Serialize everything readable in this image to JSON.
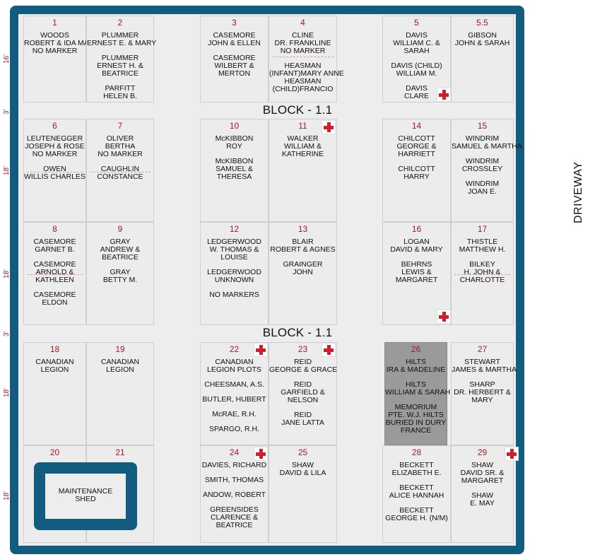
{
  "block_label": "BLOCK - 1.1",
  "driveway_label": "DRIVEWAY",
  "dims": {
    "lot": "18'",
    "path": "3'",
    "top": "16'"
  },
  "shed_label": [
    "MAINTENANCE",
    "SHED"
  ],
  "lots": [
    {
      "n": "1",
      "g": [
        [
          "WOODS",
          "ROBERT & IDA MAY",
          "NO MARKER"
        ]
      ]
    },
    {
      "n": "2",
      "g": [
        [
          "PLUMMER",
          "ERNEST E. & MARY"
        ],
        [
          "PLUMMER",
          "ERNEST H. &",
          "BEATRICE"
        ],
        [
          "PARFITT",
          "HELEN B."
        ]
      ]
    },
    {
      "n": "3",
      "g": [
        [
          "CASEMORE",
          "JOHN & ELLEN"
        ],
        [
          "CASEMORE",
          "WILBERT &",
          "MERTON"
        ]
      ]
    },
    {
      "n": "4",
      "g": [
        [
          "CLINE",
          "DR. FRANKLINE",
          "NO MARKER"
        ],
        [
          "HEASMAN",
          "(INFANT)MARY ANNE",
          "HEASMAN",
          "(CHILD)FRANCIO"
        ]
      ]
    },
    {
      "n": "5",
      "g": [
        [
          "DAVIS",
          "WILLIAM C. &",
          "SARAH"
        ],
        [
          "DAVIS (CHILD)",
          "WILLIAM M."
        ],
        [
          "DAVIS",
          "CLARE"
        ]
      ]
    },
    {
      "n": "5.5",
      "g": [
        [
          "GIBSON",
          "JOHN & SARAH"
        ]
      ]
    },
    {
      "n": "6",
      "g": [
        [
          "LEUTENEGGER",
          "JOSEPH & ROSE",
          "NO MARKER"
        ],
        [
          "OWEN",
          "WILLIS CHARLES"
        ]
      ]
    },
    {
      "n": "7",
      "g": [
        [
          "OLIVER",
          "BERTHA",
          "NO MARKER"
        ],
        [
          "CAUGHLIN",
          "CONSTANCE"
        ]
      ]
    },
    {
      "n": "10",
      "g": [
        [
          "McKIBBON",
          "ROY"
        ],
        [
          "McKIBBON",
          "SAMUEL &",
          "THERESA"
        ]
      ]
    },
    {
      "n": "11",
      "g": [
        [
          "WALKER",
          "WILLIAM &",
          "KATHERINE"
        ]
      ]
    },
    {
      "n": "14",
      "g": [
        [
          "CHILCOTT",
          "GEORGE &",
          "HARRIETT"
        ],
        [
          "CHILCOTT",
          "HARRY"
        ]
      ]
    },
    {
      "n": "15",
      "g": [
        [
          "WINDRIM",
          "SAMUEL & MARTHA"
        ],
        [
          "WINDRIM",
          "CROSSLEY"
        ],
        [
          "WINDRIM",
          "JOAN E."
        ]
      ]
    },
    {
      "n": "8",
      "g": [
        [
          "CASEMORE",
          "GARNET B."
        ],
        [
          "CASEMORE",
          "ARNOLD &",
          "KATHLEEN"
        ],
        [
          "CASEMORE",
          "ELDON"
        ]
      ]
    },
    {
      "n": "9",
      "g": [
        [
          "GRAY",
          "ANDREW &",
          "BEATRICE"
        ],
        [
          "GRAY",
          "BETTY M."
        ]
      ]
    },
    {
      "n": "12",
      "g": [
        [
          "LEDGERWOOD",
          "W. THOMAS &",
          "LOUISE"
        ],
        [
          "LEDGERWOOD",
          "UNKNOWN"
        ],
        [
          "NO MARKERS"
        ]
      ]
    },
    {
      "n": "13",
      "g": [
        [
          "BLAIR",
          "ROBERT & AGNES"
        ],
        [
          "GRAINGER",
          "JOHN"
        ]
      ]
    },
    {
      "n": "16",
      "g": [
        [
          "LOGAN",
          "DAVID & MARY"
        ],
        [
          "BEHRNS",
          "LEWIS &",
          "MARGARET"
        ]
      ]
    },
    {
      "n": "17",
      "g": [
        [
          "THISTLE",
          "MATTHEW H."
        ],
        [
          "BILKEY",
          "H. JOHN &",
          "CHARLOTTE"
        ]
      ]
    },
    {
      "n": "18",
      "g": [
        [
          "CANADIAN",
          "LEGION"
        ]
      ]
    },
    {
      "n": "19",
      "g": [
        [
          "CANADIAN",
          "LEGION"
        ]
      ]
    },
    {
      "n": "22",
      "g": [
        [
          "CANADIAN",
          "LEGION PLOTS"
        ],
        [
          "CHEESMAN, A.S."
        ],
        [
          "BUTLER, HUBERT"
        ],
        [
          "McRAE, R.H."
        ],
        [
          "SPARGO, R.H."
        ]
      ]
    },
    {
      "n": "23",
      "g": [
        [
          "REID",
          "GEORGE & GRACE"
        ],
        [
          "REID",
          "GARFIELD &",
          "NELSON"
        ],
        [
          "REID",
          "JANE LATTA"
        ]
      ]
    },
    {
      "n": "26",
      "g": [
        [
          "HILTS",
          "IRA & MADELINE"
        ],
        [
          "HILTS",
          "WILLIAM & SARAH"
        ],
        [
          "MEMORIUM",
          "PTE. W.J. HILTS",
          "BURIED IN DURY",
          "FRANCE"
        ]
      ]
    },
    {
      "n": "27",
      "g": [
        [
          "STEWART",
          "JAMES & MARTHA"
        ],
        [
          "SHARP",
          "DR. HERBERT &",
          "MARY"
        ]
      ]
    },
    {
      "n": "20",
      "g": []
    },
    {
      "n": "21",
      "g": []
    },
    {
      "n": "24",
      "g": [
        [
          "DAVIES, RICHARD"
        ],
        [
          "SMITH, THOMAS"
        ],
        [
          "ANDOW, ROBERT"
        ],
        [
          "GREENSIDES",
          "CLARENCE &",
          "BEATRICE"
        ]
      ]
    },
    {
      "n": "25",
      "g": [
        [
          "SHAW",
          "DAVID & LILA"
        ]
      ]
    },
    {
      "n": "28",
      "g": [
        [
          "BECKETT",
          "ELIZABETH E."
        ],
        [
          "BECKETT",
          "ALICE HANNAH"
        ],
        [
          "BECKETT",
          "GEORGE H. (N/M)"
        ]
      ]
    },
    {
      "n": "29",
      "g": [
        [
          "SHAW",
          "DAVID SR. &",
          "MARGARET"
        ],
        [
          "SHAW",
          "E. MAY"
        ]
      ]
    }
  ]
}
